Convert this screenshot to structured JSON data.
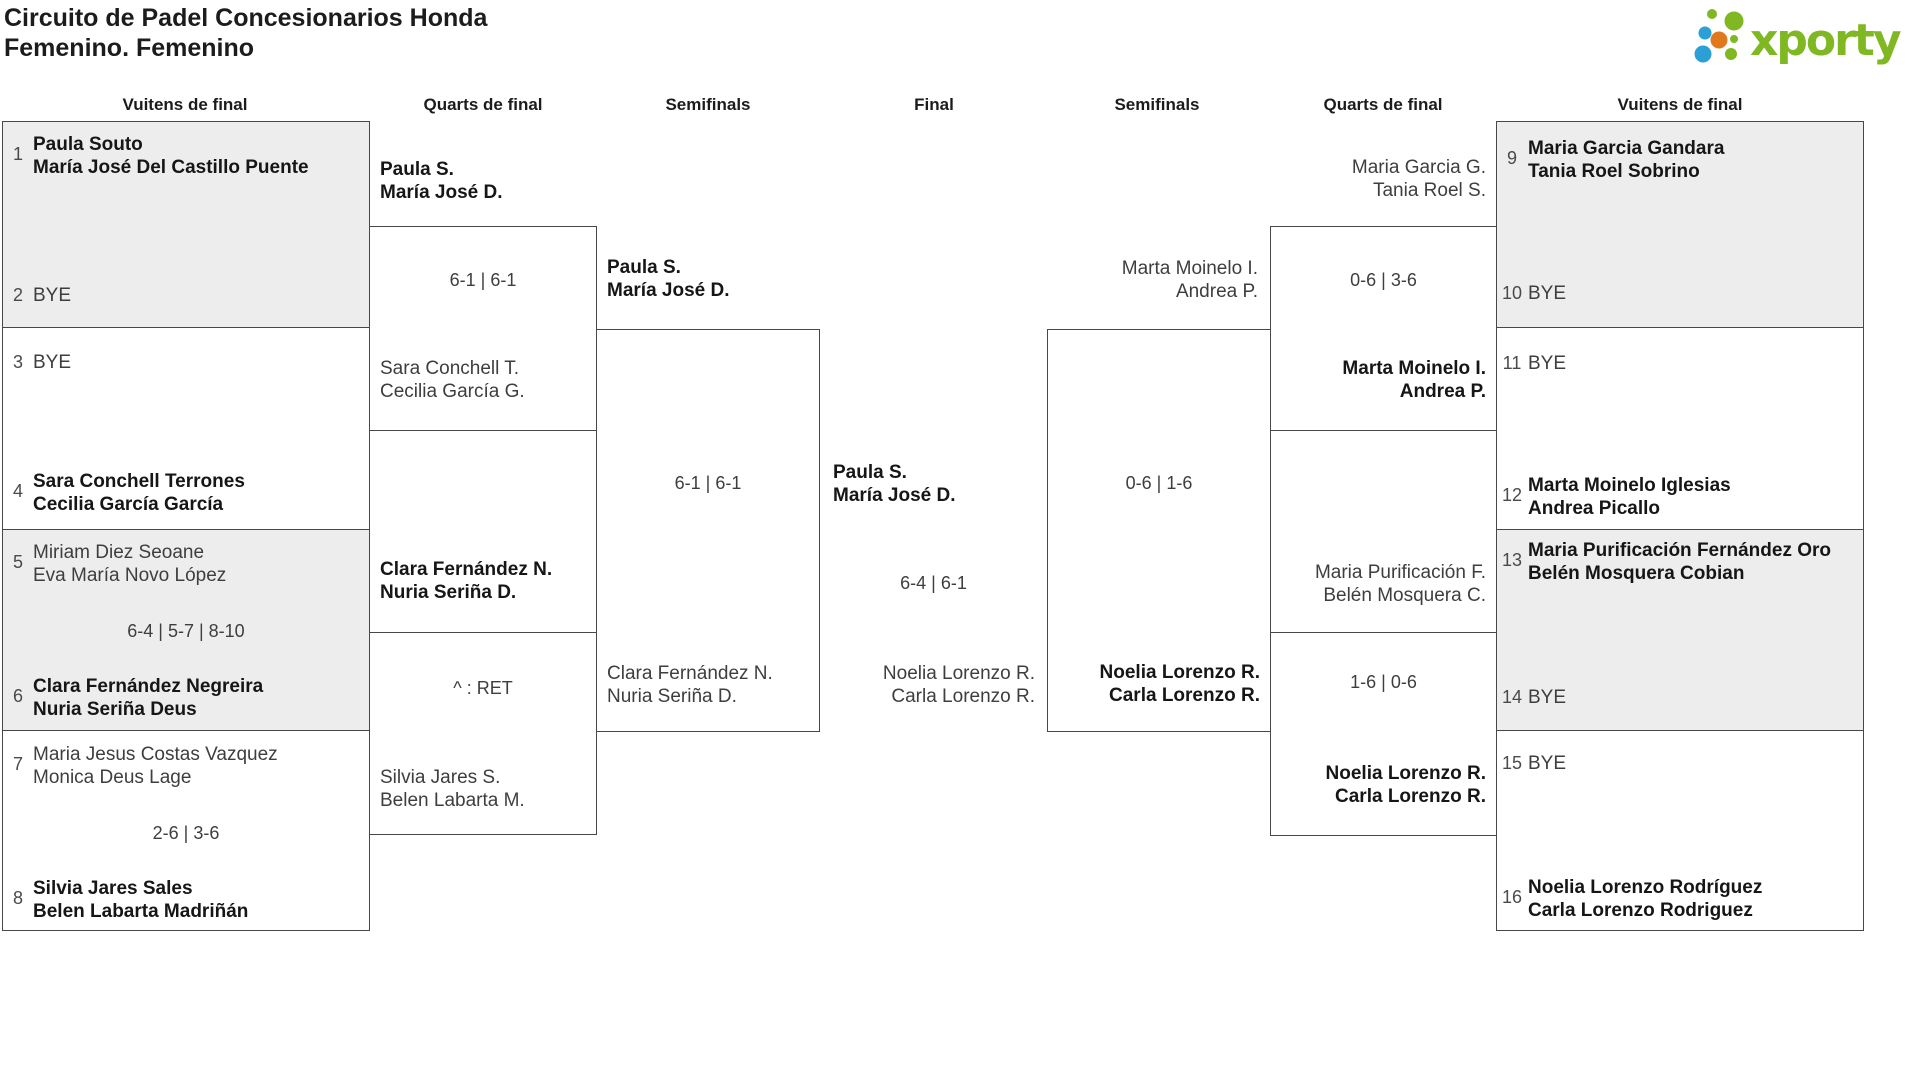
{
  "page": {
    "title_line1": "Circuito de Padel Concesionarios Honda",
    "title_line2": "Femenino. Femenino"
  },
  "logo": {
    "text": "xporty",
    "green": "#7fb823",
    "blue": "#2b9fd6",
    "orange": "#e0791e"
  },
  "headers": {
    "left_r16": "Vuitens de final",
    "left_qf": "Quarts de final",
    "left_sf": "Semifinals",
    "final": "Final",
    "right_sf": "Semifinals",
    "right_qf": "Quarts de final",
    "right_r16": "Vuitens de final"
  },
  "r16_left": [
    {
      "seed": "1",
      "p1": "Paula Souto",
      "p2": "María José Del Castillo Puente",
      "advanced": true
    },
    {
      "seed": "2",
      "p1": "BYE",
      "advanced": false
    },
    {
      "seed": "3",
      "p1": "BYE",
      "advanced": false
    },
    {
      "seed": "4",
      "p1": "Sara Conchell Terrones",
      "p2": "Cecilia García García",
      "advanced": true
    },
    {
      "seed": "5",
      "p1": "Miriam Diez Seoane",
      "p2": "Eva María Novo López",
      "advanced": false
    },
    {
      "seed": "6",
      "p1": "Clara Fernández Negreira",
      "p2": "Nuria Seriña Deus",
      "advanced": true
    },
    {
      "seed": "7",
      "p1": "Maria Jesus Costas Vazquez",
      "p2": "Monica Deus Lage",
      "advanced": false
    },
    {
      "seed": "8",
      "p1": "Silvia Jares Sales",
      "p2": "Belen Labarta Madriñán",
      "advanced": true
    }
  ],
  "r16_right": [
    {
      "seed": "9",
      "p1": "Maria Garcia Gandara",
      "p2": "Tania Roel Sobrino",
      "advanced": true
    },
    {
      "seed": "10",
      "p1": "BYE",
      "advanced": false
    },
    {
      "seed": "11",
      "p1": "BYE",
      "advanced": false
    },
    {
      "seed": "12",
      "p1": "Marta Moinelo Iglesias",
      "p2": "Andrea Picallo",
      "advanced": true
    },
    {
      "seed": "13",
      "p1": "Maria Purificación Fernández Oro",
      "p2": "Belén Mosquera Cobian",
      "advanced": true
    },
    {
      "seed": "14",
      "p1": "BYE",
      "advanced": false
    },
    {
      "seed": "15",
      "p1": "BYE",
      "advanced": false
    },
    {
      "seed": "16",
      "p1": "Noelia Lorenzo Rodríguez",
      "p2": "Carla Lorenzo Rodriguez",
      "advanced": true
    }
  ],
  "r16_scores": {
    "left_match3": "6-4 | 5-7 | 8-10",
    "left_match4": "2-6 | 3-6"
  },
  "qf_left_1": {
    "winner_p1": "Paula S.",
    "winner_p2": "María José D.",
    "score": "6-1 | 6-1",
    "loser_p1": "Sara Conchell T.",
    "loser_p2": "Cecilia García G."
  },
  "qf_left_2": {
    "winner_p1": "Clara Fernández N.",
    "winner_p2": "Nuria Seriña D.",
    "score": "^ : RET",
    "loser_p1": "Silvia Jares S.",
    "loser_p2": "Belen Labarta M."
  },
  "sf_left": {
    "winner_p1": "Paula S.",
    "winner_p2": "María José D.",
    "score": "6-1 | 6-1",
    "loser_p1": "Clara Fernández N.",
    "loser_p2": "Nuria Seriña D."
  },
  "final": {
    "winner_p1": "Paula S.",
    "winner_p2": "María José D.",
    "score": "6-4 | 6-1",
    "loser_p1": "Noelia Lorenzo R.",
    "loser_p2": "Carla Lorenzo R."
  },
  "sf_right": {
    "top_p1": "Marta Moinelo I.",
    "top_p2": "Andrea P.",
    "score": "0-6 | 1-6",
    "winner_p1": "Noelia Lorenzo R.",
    "winner_p2": "Carla Lorenzo R."
  },
  "qf_right_1": {
    "loser_p1": "Maria Garcia G.",
    "loser_p2": "Tania Roel S.",
    "score": "0-6 | 3-6",
    "winner_p1": "Marta Moinelo I.",
    "winner_p2": "Andrea P."
  },
  "qf_right_2": {
    "loser_p1": "Maria Purificación F.",
    "loser_p2": "Belén Mosquera C.",
    "score": "1-6 | 0-6",
    "winner_p1": "Noelia Lorenzo R.",
    "winner_p2": "Carla Lorenzo R."
  },
  "style_colors": {
    "box_gray": "#ededed",
    "border": "#484848",
    "winner_text": "#161616",
    "regular_text": "#3e3e3e"
  }
}
